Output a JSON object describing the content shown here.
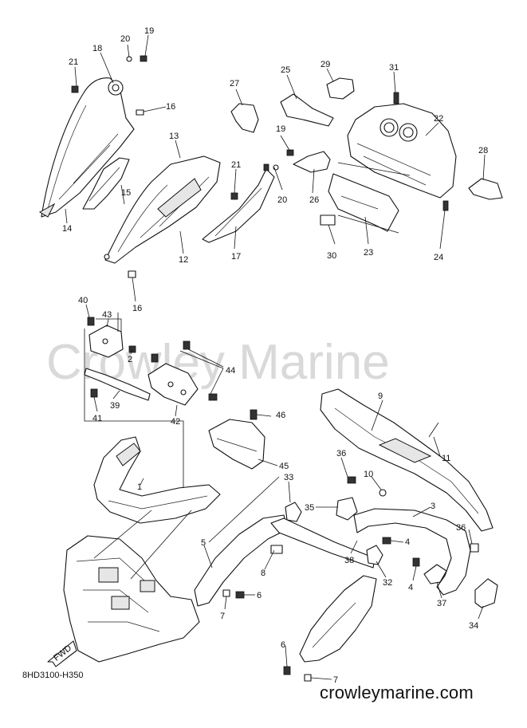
{
  "watermark": "Crowley Marine",
  "diagram_code": "8HD3100-H350",
  "website": "crowleymarine.com",
  "fwd_label": "FWD",
  "callouts": [
    {
      "id": "c19a",
      "label": "19"
    },
    {
      "id": "c20a",
      "label": "20"
    },
    {
      "id": "c21a",
      "label": "21"
    },
    {
      "id": "c18",
      "label": "18"
    },
    {
      "id": "c16a",
      "label": "16"
    },
    {
      "id": "c15",
      "label": "15"
    },
    {
      "id": "c14",
      "label": "14"
    },
    {
      "id": "c13",
      "label": "13"
    },
    {
      "id": "c12",
      "label": "12"
    },
    {
      "id": "c16b",
      "label": "16"
    },
    {
      "id": "c21b",
      "label": "21"
    },
    {
      "id": "c17",
      "label": "17"
    },
    {
      "id": "c20b",
      "label": "20"
    },
    {
      "id": "c19b",
      "label": "19"
    },
    {
      "id": "c27",
      "label": "27"
    },
    {
      "id": "c25",
      "label": "25"
    },
    {
      "id": "c29",
      "label": "29"
    },
    {
      "id": "c31",
      "label": "31"
    },
    {
      "id": "c22",
      "label": "22"
    },
    {
      "id": "c28",
      "label": "28"
    },
    {
      "id": "c26",
      "label": "26"
    },
    {
      "id": "c30",
      "label": "30"
    },
    {
      "id": "c23",
      "label": "23"
    },
    {
      "id": "c24",
      "label": "24"
    },
    {
      "id": "c40",
      "label": "40"
    },
    {
      "id": "c43",
      "label": "43"
    },
    {
      "id": "c2",
      "label": "2"
    },
    {
      "id": "c44",
      "label": "44"
    },
    {
      "id": "c39",
      "label": "39"
    },
    {
      "id": "c41",
      "label": "41"
    },
    {
      "id": "c42",
      "label": "42"
    },
    {
      "id": "c46",
      "label": "46"
    },
    {
      "id": "c45",
      "label": "45"
    },
    {
      "id": "c1",
      "label": "1"
    },
    {
      "id": "c9",
      "label": "9"
    },
    {
      "id": "c11",
      "label": "11"
    },
    {
      "id": "c36a",
      "label": "36"
    },
    {
      "id": "c10",
      "label": "10"
    },
    {
      "id": "c33",
      "label": "33"
    },
    {
      "id": "c35",
      "label": "35"
    },
    {
      "id": "c3",
      "label": "3"
    },
    {
      "id": "c36b",
      "label": "36"
    },
    {
      "id": "c5",
      "label": "5"
    },
    {
      "id": "c4a",
      "label": "4"
    },
    {
      "id": "c38",
      "label": "38"
    },
    {
      "id": "c8",
      "label": "8"
    },
    {
      "id": "c32",
      "label": "32"
    },
    {
      "id": "c4b",
      "label": "4"
    },
    {
      "id": "c37",
      "label": "37"
    },
    {
      "id": "c6a",
      "label": "6"
    },
    {
      "id": "c7a",
      "label": "7"
    },
    {
      "id": "c34",
      "label": "34"
    },
    {
      "id": "c6b",
      "label": "6"
    },
    {
      "id": "c7b",
      "label": "7"
    }
  ]
}
